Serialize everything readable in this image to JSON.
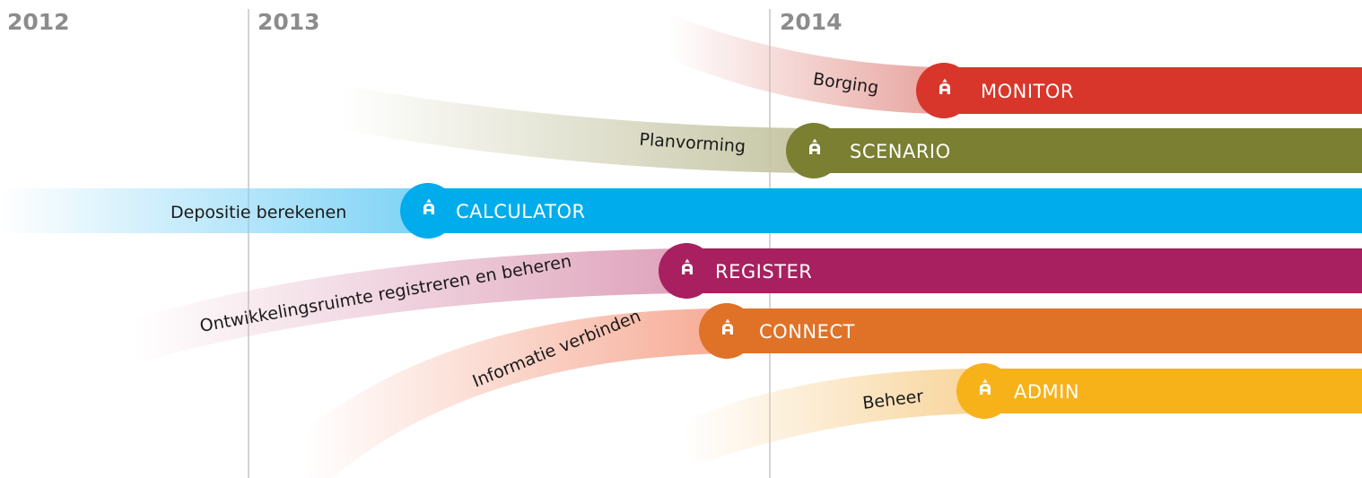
{
  "years": [
    "2012",
    "2013",
    "2014"
  ],
  "products": [
    {
      "name": "MONITOR",
      "subtitle": "Borging",
      "color": "#d8362a",
      "tail_color": "#e8a5a0",
      "icon": "aerius-logo-icon"
    },
    {
      "name": "SCENARIO",
      "subtitle": "Planvorming",
      "color": "#7a7f32",
      "tail_color": "#c6c6a5",
      "icon": "aerius-logo-icon"
    },
    {
      "name": "CALCULATOR",
      "subtitle": "Depositie berekenen",
      "color": "#00acec",
      "tail_color": "#7fd3f6",
      "icon": "aerius-logo-icon"
    },
    {
      "name": "REGISTER",
      "subtitle": "Ontwikkelingsruimte registreren en beheren",
      "color": "#a8205f",
      "tail_color": "#dfa3bb",
      "icon": "aerius-logo-icon"
    },
    {
      "name": "CONNECT",
      "subtitle": "Informatie verbinden",
      "color": "#df7227",
      "tail_color": "#f6ab95",
      "icon": "aerius-logo-icon"
    },
    {
      "name": "ADMIN",
      "subtitle": "Beheer",
      "color": "#f7b21a",
      "tail_color": "#f8d59c",
      "icon": "aerius-logo-icon"
    }
  ]
}
